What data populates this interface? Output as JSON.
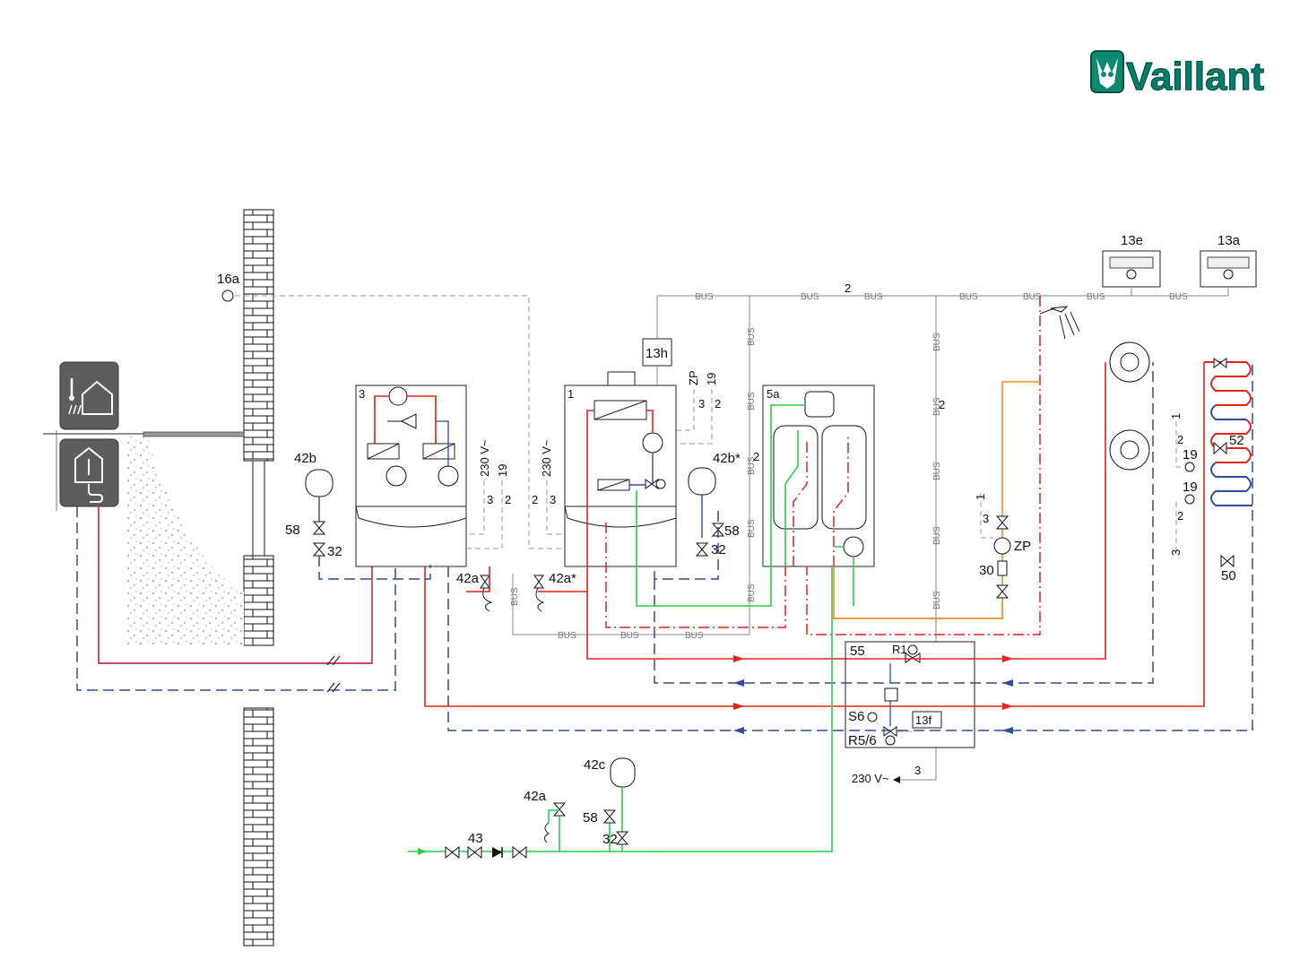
{
  "brand": {
    "name": "Vaillant",
    "color": "#007f6e"
  },
  "icons": [
    {
      "name": "house-thermometer-icon"
    },
    {
      "name": "ground-source-loop-icon"
    }
  ],
  "labels": {
    "l16a": "16a",
    "l3": "3",
    "l1": "1",
    "l5a": "5a",
    "l13h": "13h",
    "l13e": "13e",
    "l13a": "13a",
    "l13f": "13f",
    "l42b_left": "42b",
    "l42b_star": "42b*",
    "l42a_left": "42a",
    "l42a_star": "42a*",
    "l42a_bottom": "42a",
    "l42c": "42c",
    "l58_left": "58",
    "l58_mid": "58",
    "l58_bottom": "58",
    "l32_left": "32",
    "l32_mid": "32",
    "l32_bottom": "32",
    "l43": "43",
    "l52": "52",
    "l50": "50",
    "l19_a": "19",
    "l19_b": "19",
    "l30": "30",
    "lzp": "ZP",
    "l55": "55",
    "lr1": "R1",
    "ls6": "S6",
    "lr56": "R5/6",
    "l230_bottom": "230 V~",
    "l230_a": "230 V~",
    "l230_b": "230 V~",
    "lzp_v": "ZP",
    "l19_v": "19",
    "l19_v2": "19",
    "n3a": "3",
    "n2a": "2",
    "n2b": "2",
    "n3b": "3",
    "n3c": "3",
    "n2c": "2",
    "n2d": "2",
    "n2e": "2",
    "n1a": "1",
    "n3d": "3",
    "n2f": "2",
    "n1b": "1",
    "n2g": "2",
    "n3e": "3",
    "n2h": "2",
    "n3f": "3"
  },
  "bus": {
    "tag": "BUS"
  }
}
